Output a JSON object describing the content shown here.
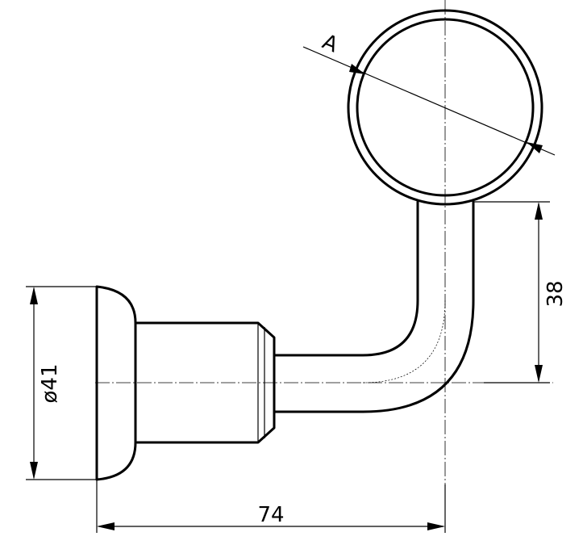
{
  "drawing": {
    "section_label": "A",
    "dimensions": {
      "total_length": "74",
      "arm_height": "38",
      "base_diameter": "ø41"
    }
  }
}
